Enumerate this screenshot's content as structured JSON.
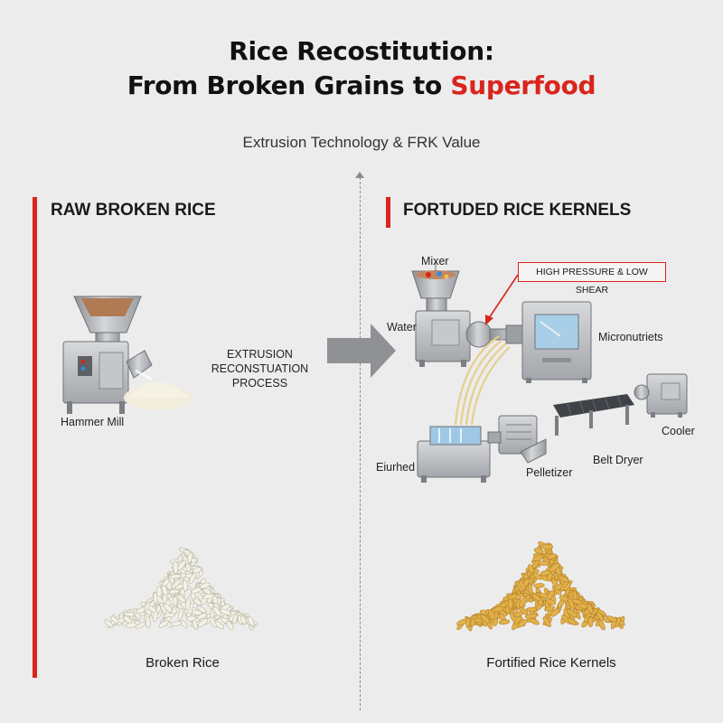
{
  "title": {
    "line1": "Rice Recostitution:",
    "line2_prefix": "From Broken Grains to ",
    "line2_highlight": "Superfood"
  },
  "subtitle": "Extrusion Technology & FRK Value",
  "left_panel": {
    "heading": "RAW BROKEN RICE",
    "machine_label": "Hammer Mill",
    "process_text": [
      "EXTRUSION",
      "RECONSTUATION",
      "PROCESS"
    ],
    "caption": "Broken Rice"
  },
  "right_panel": {
    "heading": "FORTUDED RICE KERNELS",
    "callout": "HIGH PRESSURE & LOW SHEAR",
    "labels": {
      "mixer": "Mixer",
      "water": "Water",
      "micronutriets": "Micronutriets",
      "cooler": "Cooler",
      "belt_dryer": "Belt Dryer",
      "pelletizer": "Pelletizer",
      "eiurhed": "Eiurhed"
    },
    "caption": "Fortified Rice Kernels"
  },
  "colors": {
    "accent": "#d9251d",
    "background": "#ececec",
    "broken_rice": "#f3f1e6",
    "fortified_rice": "#e3b14a",
    "machine": "#b9bcc0"
  }
}
